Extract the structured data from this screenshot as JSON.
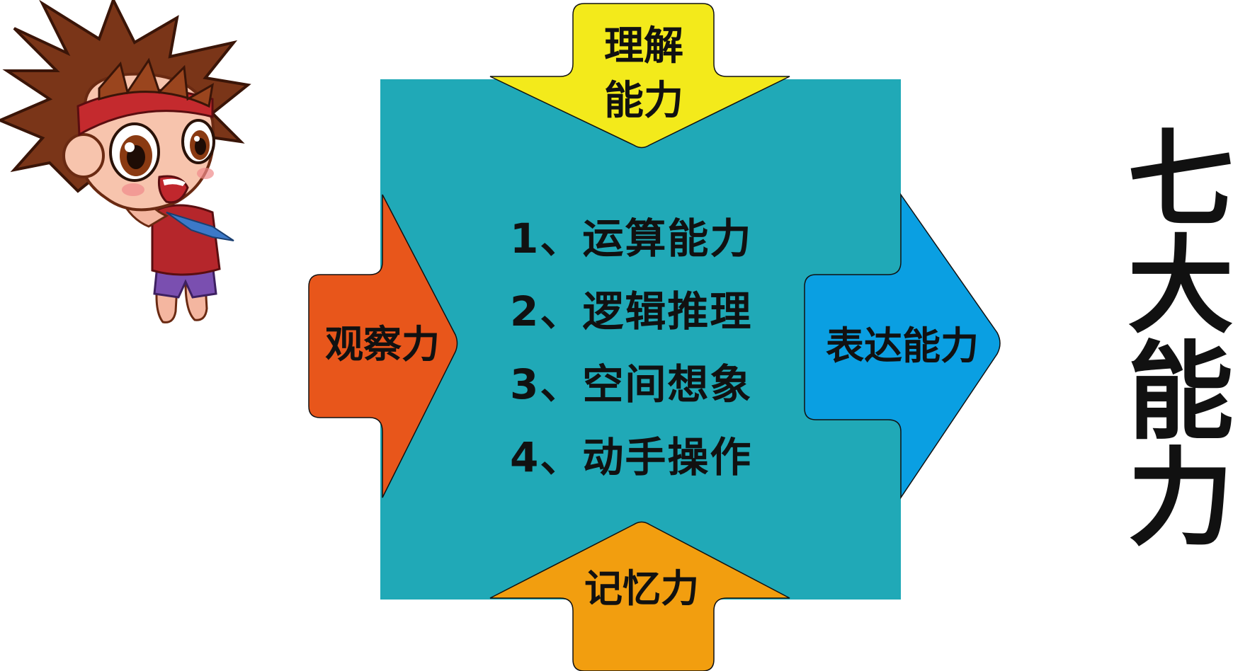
{
  "colors": {
    "center_box": "#20a9b7",
    "top_arrow": "#f3ea1b",
    "left_arrow": "#e8561b",
    "right_arrow": "#0a9fe2",
    "bottom_arrow": "#f29e0f",
    "text": "#111111"
  },
  "arrows": {
    "top_line1": "理解",
    "top_line2": "能力",
    "left": "观察力",
    "right": "表达能力",
    "bottom": "记忆力"
  },
  "center_items": [
    "1、运算能力",
    "2、逻辑推理",
    "3、空间想象",
    "4、动手操作"
  ],
  "title": {
    "chars": [
      "七",
      "大",
      "能",
      "力"
    ]
  },
  "mascot": {
    "icon": "cartoon-boy-mascot"
  }
}
